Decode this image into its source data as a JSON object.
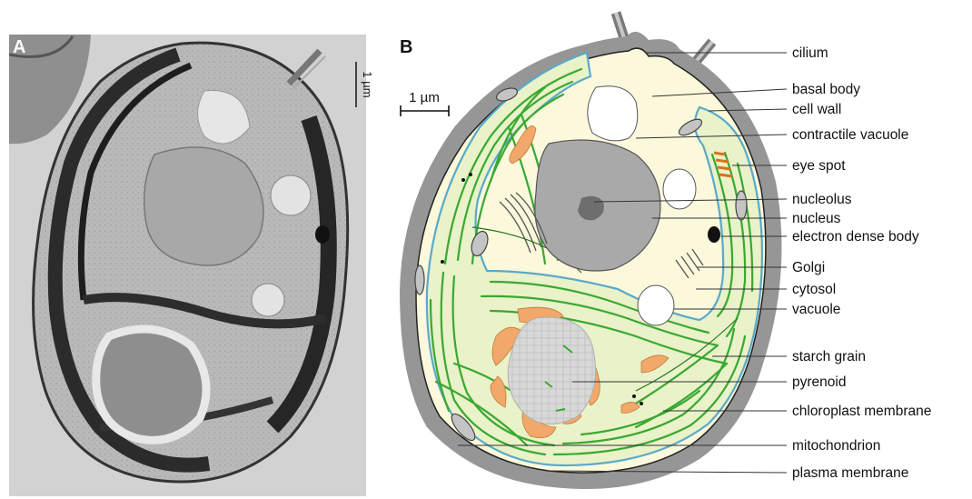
{
  "panels": {
    "a": {
      "letter": "A",
      "scale_label": "1 µm"
    },
    "b": {
      "letter": "B",
      "scale_label": "1 µm"
    }
  },
  "labels": [
    "cilium",
    "basal body",
    "cell wall",
    "contractile vacuole",
    "eye spot",
    "nucleolus",
    "nucleus",
    "electron dense body",
    "Golgi",
    "cytosol",
    "vacuole",
    "starch grain",
    "pyrenoid",
    "chloroplast membrane",
    "mitochondrion",
    "plasma membrane"
  ],
  "colors": {
    "cell_wall": "#8c8c8c",
    "cytosol": "#fbf8dc",
    "chloroplast": "#3aa832",
    "chloroplast_membrane": "#5aa9c9",
    "starch": "#f2a86a",
    "eye_spot": "#e0701a",
    "nucleus": "#9a9a9a",
    "nucleolus": "#6e6e6e",
    "micrograph_background": "#c9c9c9"
  }
}
